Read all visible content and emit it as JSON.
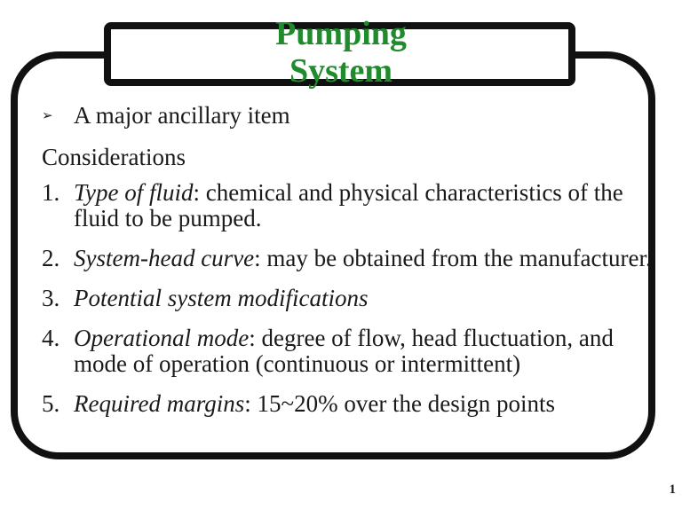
{
  "slide": {
    "title_line1": "Pumping",
    "title_line2": "System",
    "title_color": "#1f8b2c",
    "bullet_icon": "arrowhead-bullet-icon",
    "bullet_text": "A major ancillary item",
    "considerations_label": "Considerations",
    "items": [
      {
        "number": "1.",
        "term": "Type of fluid",
        "text": ": chemical and physical characteristics of the fluid to be pumped."
      },
      {
        "number": "2.",
        "term": "System-head curve",
        "text": ": may be obtained from the manufacturer."
      },
      {
        "number": "3.",
        "term": "Potential system modifications",
        "text": ""
      },
      {
        "number": "4.",
        "term": "Operational mode",
        "text": ": degree of flow, head fluctuation, and mode of operation (continuous or intermittent)"
      },
      {
        "number": "5.",
        "term": "Required margins",
        "text": ": 15~20% over the design points"
      }
    ],
    "page_number": "1"
  }
}
